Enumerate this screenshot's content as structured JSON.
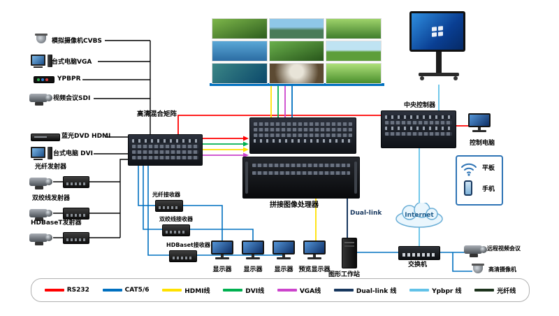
{
  "sources": {
    "cvbs": "模拟摄像机CVBS",
    "vga": "台式电脑VGA",
    "ypbpr": "YPBPR",
    "sdi": "视频会议SDI",
    "dvd": "蓝光DVD HDMI",
    "dvi": "台式电脑 DVI",
    "fiber_tx": "光纤发射器",
    "tp_tx": "双绞线发射器",
    "hdbaset_tx": "HDBaseT发射器"
  },
  "core": {
    "matrix": "高清混合矩阵",
    "processor": "拼接图像处理器",
    "controller": "中央控制器",
    "dual_link": "Dual-link",
    "internet": "Internet"
  },
  "receivers": {
    "fiber_rx": "光纤接收器",
    "tp_rx": "双绞线接收器",
    "hdbaset_rx": "HDBaset接收器"
  },
  "displays": {
    "monitor1": "显示器",
    "monitor2": "显示器",
    "monitor3": "显示器",
    "preview": "预览显示器",
    "workstation": "图形工作站"
  },
  "right_side": {
    "control_pc": "控制电脑",
    "tablet": "平板",
    "phone": "手机",
    "switch": "交换机",
    "remote_vc": "远程视频会议",
    "hd_camera": "高清摄像机"
  },
  "legend": [
    {
      "label": "RS232",
      "color": "#ff0000"
    },
    {
      "label": "CAT5/6",
      "color": "#0070c0"
    },
    {
      "label": "HDMI线",
      "color": "#ffe100"
    },
    {
      "label": "DVI线",
      "color": "#00b050"
    },
    {
      "label": "VGA线",
      "color": "#cc44cc"
    },
    {
      "label": "Dual-link 线",
      "color": "#17375e"
    },
    {
      "label": "Ypbpr 线",
      "color": "#62c2e8"
    },
    {
      "label": "光纤线",
      "color": "#1c331c"
    }
  ]
}
